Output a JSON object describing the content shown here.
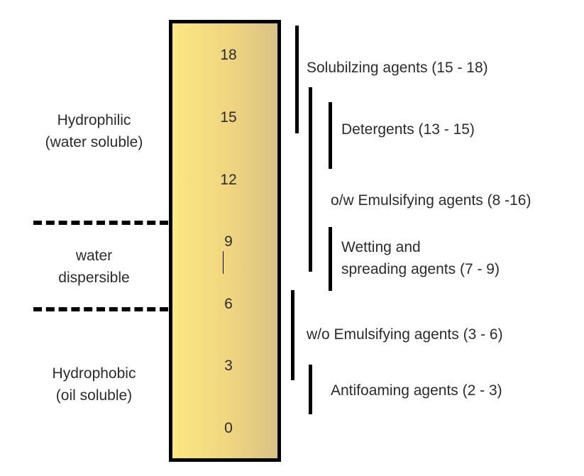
{
  "scale": {
    "ticks": [
      "18",
      "15",
      "12",
      "9",
      "6",
      "3",
      "0"
    ]
  },
  "zones": {
    "hydrophilic": [
      "Hydrophilic",
      "(water soluble)"
    ],
    "dispersible": [
      "water",
      "dispersible"
    ],
    "hydrophobic": [
      "Hydrophobic",
      "(oil soluble)"
    ]
  },
  "agents": {
    "solubilizing": [
      "Solubilzing agents (15 - 18)"
    ],
    "detergents": [
      "Detergents (13 - 15)"
    ],
    "ow_emulsifying": [
      "o/w Emulsifying agents (8 -16)"
    ],
    "wetting": [
      "Wetting and",
      "spreading agents (7 - 9)"
    ],
    "wo_emulsifying": [
      "w/o Emulsifying agents (3 - 6)"
    ],
    "antifoaming": [
      "Antifoaming agents (2 - 3)"
    ]
  }
}
